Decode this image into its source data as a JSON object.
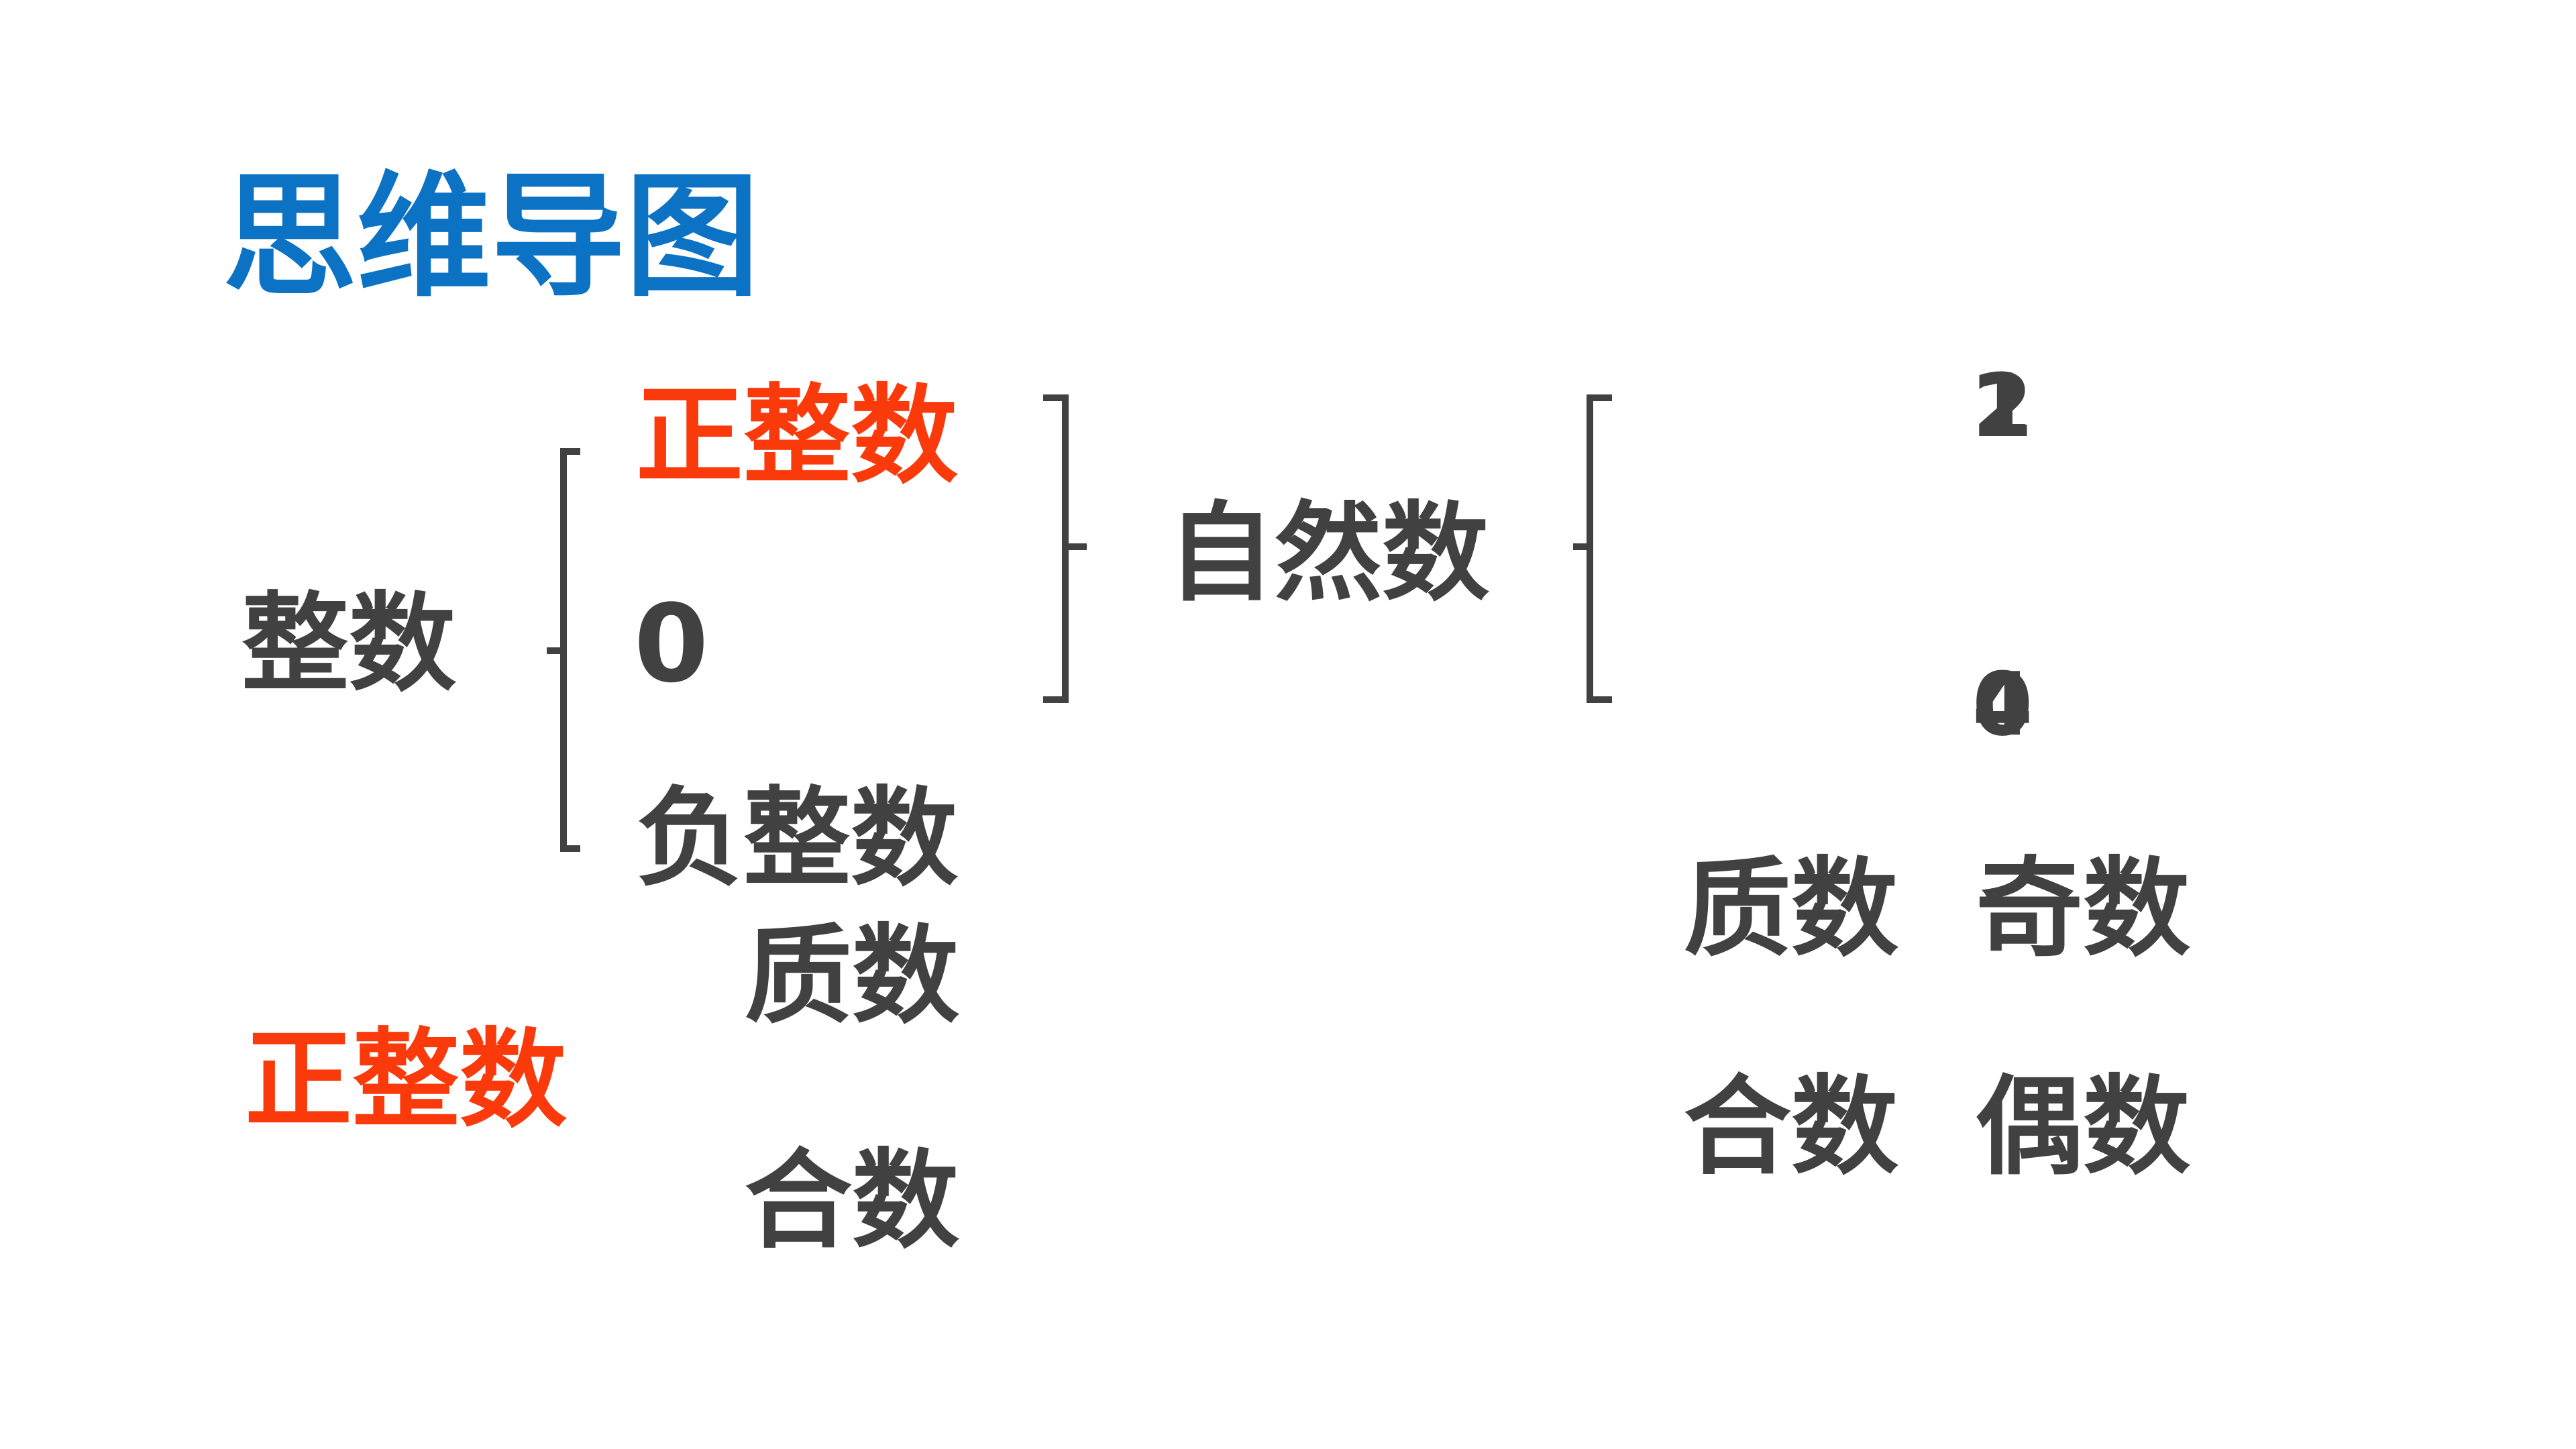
{
  "colors": {
    "title": "#0C72C3",
    "accent": "#FA3A0B",
    "text": "#414141",
    "line": "#414141"
  },
  "title": "思维导图",
  "integer_tree": {
    "root": "整数",
    "branches": [
      "正整数",
      "0",
      "负整数"
    ]
  },
  "natural_group": {
    "label": "自然数"
  },
  "natural_split": {
    "top_digits": [
      "2",
      "1"
    ],
    "bottom_digits": [
      "4",
      "0"
    ]
  },
  "positive_integer": {
    "label": "正整数",
    "items": [
      "质数",
      "合数"
    ]
  },
  "classification": {
    "prime": "质数",
    "composite": "合数",
    "odd": "奇数",
    "even": "偶数"
  }
}
